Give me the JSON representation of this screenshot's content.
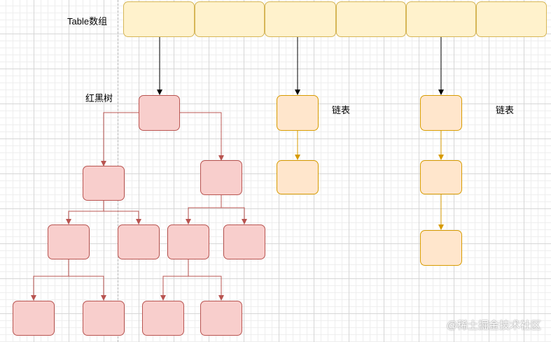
{
  "labels": {
    "table": "Table数组",
    "rbtree": "红黑树",
    "list1": "链表",
    "list2": "链表"
  },
  "watermark": "@稀土掘金技术社区",
  "colors": {
    "table_fill": "#fff2cc",
    "table_stroke": "#d6b656",
    "list_fill": "#ffe6cc",
    "list_stroke": "#d79b00",
    "tree_fill": "#f8cecc",
    "tree_stroke": "#b85450",
    "edge_black": "#000000"
  },
  "structure": {
    "table_slots": 6,
    "slot_with_tree": 1,
    "slots_with_list": [
      3,
      5
    ],
    "list1_length": 2,
    "list2_length": 3,
    "tree_nodes": 11
  }
}
